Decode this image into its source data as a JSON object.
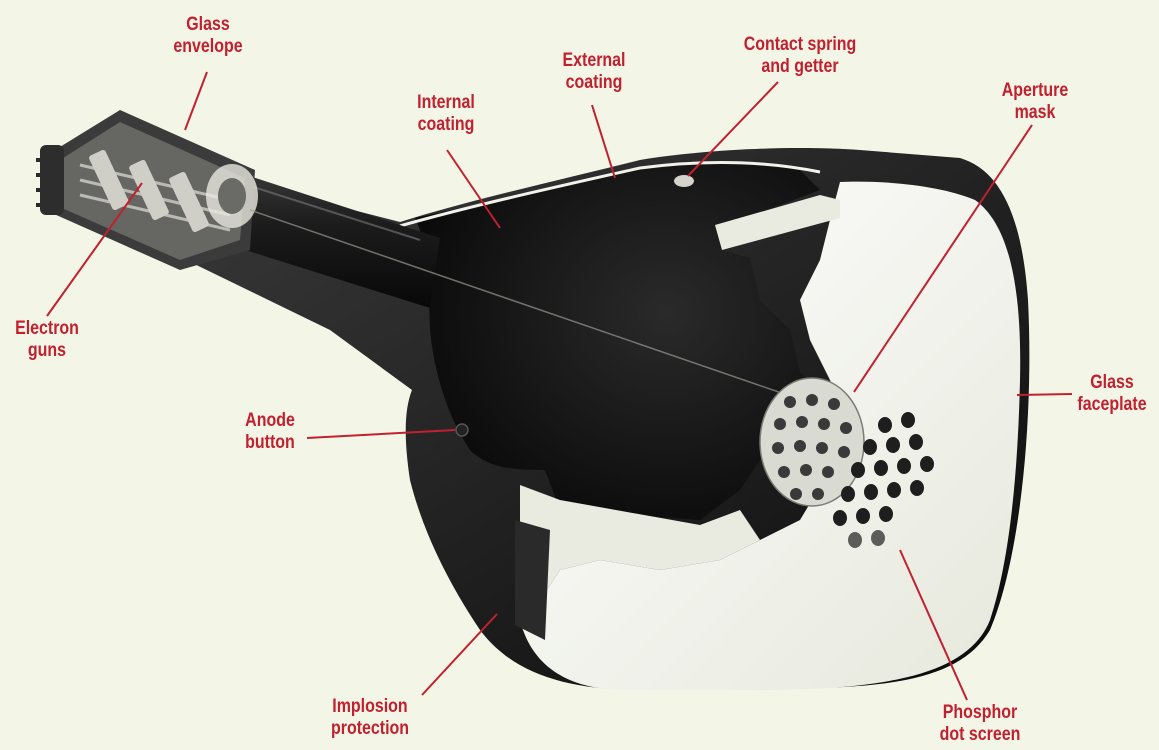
{
  "colors": {
    "label_text": "#c2202f",
    "leader_line": "#c2202f",
    "background": "#f3f6e7",
    "tube_interior": "#1a1a1a",
    "faceplate": "#f7f8ef"
  },
  "labels": {
    "glass_envelope": [
      "Glass",
      "envelope"
    ],
    "internal_coating": [
      "Internal",
      "coating"
    ],
    "external_coating": [
      "External",
      "coating"
    ],
    "contact_spring": [
      "Contact spring",
      "and getter"
    ],
    "aperture_mask": [
      "Aperture",
      "mask"
    ],
    "electron_guns": [
      "Electron",
      "guns"
    ],
    "glass_faceplate": [
      "Glass",
      "faceplate"
    ],
    "anode_button": [
      "Anode",
      "button"
    ],
    "implosion_protection": [
      "Implosion",
      "protection"
    ],
    "phosphor_screen": [
      "Phosphor",
      "dot screen"
    ]
  }
}
